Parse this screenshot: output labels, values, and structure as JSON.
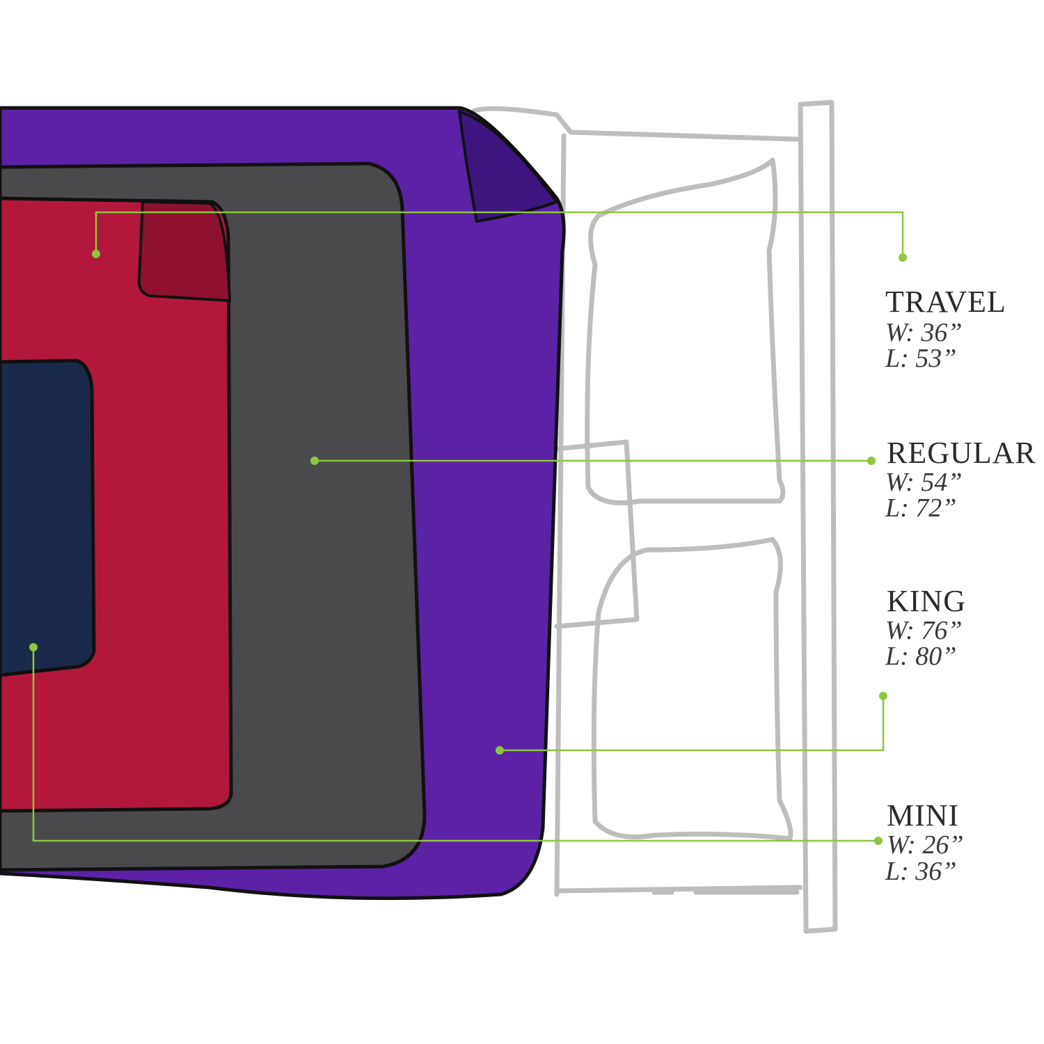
{
  "colors": {
    "king": "#5b22a6",
    "king_fold": "#3d1680",
    "regular": "#4a4a4c",
    "travel": "#b3183c",
    "travel_fold": "#8e1230",
    "mini": "#1b2a4a",
    "leader": "#8dc63f",
    "bed_outline": "#bdbdbd"
  },
  "sizes": [
    {
      "name": "TRAVEL",
      "width": "W: 36”",
      "length": "L: 53”"
    },
    {
      "name": "REGULAR",
      "width": "W: 54”",
      "length": "L: 72”"
    },
    {
      "name": "KING",
      "width": "W: 76”",
      "length": "L: 80”"
    },
    {
      "name": "MINI",
      "width": "W: 26”",
      "length": "L: 36”"
    }
  ]
}
